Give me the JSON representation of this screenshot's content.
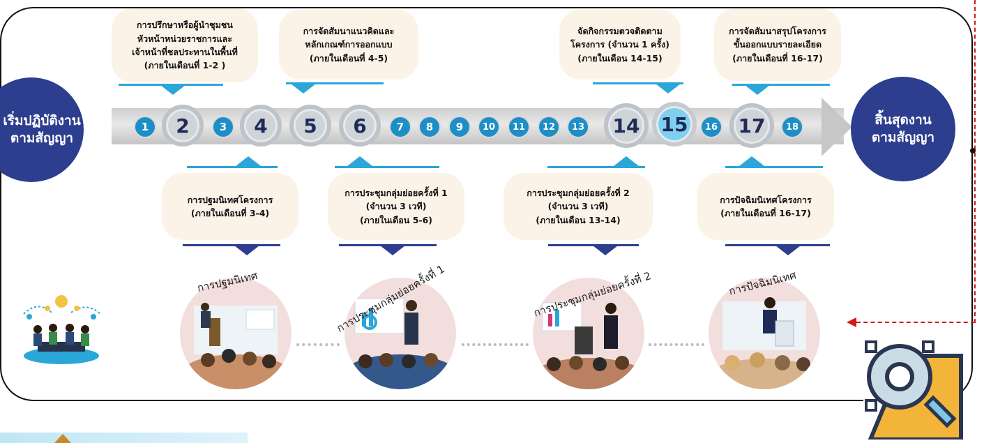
{
  "start": {
    "line1": "เริ่มปฏิบัติงาน",
    "line2": "ตามสัญญา"
  },
  "end": {
    "line1": "สิ้นสุดงาน",
    "line2": "ตามสัญญา"
  },
  "months": [
    "1",
    "2",
    "3",
    "4",
    "5",
    "6",
    "7",
    "8",
    "9",
    "10",
    "11",
    "12",
    "13",
    "14",
    "15",
    "16",
    "17",
    "18"
  ],
  "top_activities": [
    {
      "lines": [
        "การปรึกษาหรือผู้นำชุมชน",
        "หัวหน้าหน่วยราชการและ",
        "เจ้าหน้าที่ชลประทานในพื้นที่",
        "(ภายในเดือนที่ 1-2 )"
      ]
    },
    {
      "lines": [
        "การจัดสัมนาแนวคิดและ",
        "หลักเกณฑ์การออกแบบ",
        "(ภายในเดือนที่ 4-5)"
      ]
    },
    {
      "lines": [
        "จัดกิจกรรมตวจติดตาม",
        "โครงการ (จำนวน 1 ครั้ง)",
        "(ภายในเดือน 14-15)"
      ]
    },
    {
      "lines": [
        "การจัดสัมนาสรุปโครงการ",
        "ขั้นออกแบบรายละเอียด",
        "(ภายในเดือนที่ 16-17)"
      ]
    }
  ],
  "bottom_activities": [
    {
      "lines": [
        "การปฐมนิเทศโครงการ",
        "(ภายในเดือนที่ 3-4)"
      ]
    },
    {
      "lines": [
        "การประชุมกลุ่มย่อยครั้งที่ 1",
        "(จำนวน 3 เวที)",
        "(ภายในเดือน 5-6)"
      ]
    },
    {
      "lines": [
        "การประชุมกลุ่มย่อยครั้งที่ 2",
        "(จำนวน 3 เวที)",
        "(ภายในเดือน 13-14)"
      ]
    },
    {
      "lines": [
        "การปัจฉิมนิเทศโครงการ",
        "(ภายในเดือนที่ 16-17)"
      ]
    }
  ],
  "photo_labels": [
    "การปฐมนิเทศ",
    "การประชุมกลุ่มย่อยครั้งที่ 1",
    "การประชุมกลุ่มย่อยครั้งที่ 2",
    "การปัจฉิมนิเทศ"
  ],
  "colors": {
    "navy": "#2d3e8e",
    "blue": "#1e8fc6",
    "light_blue": "#2aa6d8",
    "bubble": "#fcf3e8",
    "dashed_red": "#d61a1a"
  },
  "icons": [
    "team-meeting-icon",
    "design-tools-icon"
  ]
}
